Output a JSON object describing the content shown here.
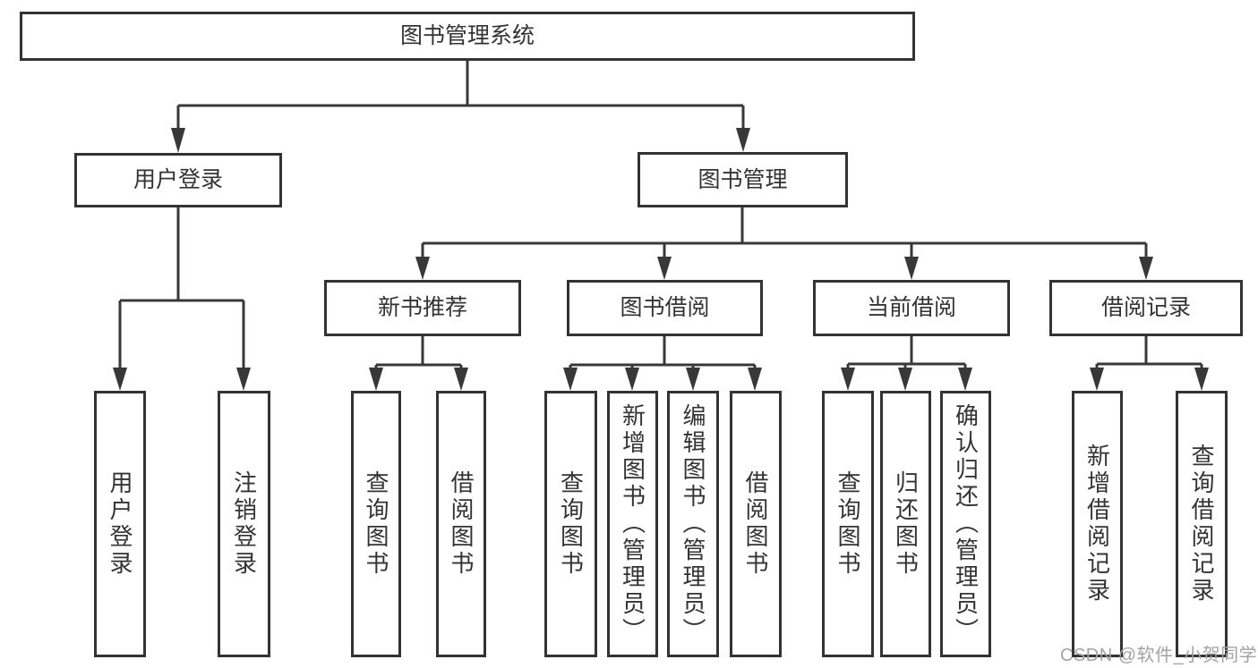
{
  "tree": {
    "label": "图书管理系统",
    "children": [
      {
        "label": "用户登录",
        "children": [
          {
            "label": "用户登录"
          },
          {
            "label": "注销登录"
          }
        ]
      },
      {
        "label": "图书管理",
        "children": [
          {
            "label": "新书推荐",
            "children": [
              {
                "label": "查询图书"
              },
              {
                "label": "借阅图书"
              }
            ]
          },
          {
            "label": "图书借阅",
            "children": [
              {
                "label": "查询图书"
              },
              {
                "label": "新增图书（管理员）"
              },
              {
                "label": "编辑图书（管理员）"
              },
              {
                "label": "借阅图书"
              }
            ]
          },
          {
            "label": "当前借阅",
            "children": [
              {
                "label": "查询图书"
              },
              {
                "label": "归还图书"
              },
              {
                "label": "确认归还（管理员）"
              }
            ]
          },
          {
            "label": "借阅记录",
            "children": [
              {
                "label": "新增借阅记录"
              },
              {
                "label": "查询借阅记录"
              }
            ]
          }
        ]
      }
    ]
  },
  "watermark": {
    "text": "CSDN @软件_小贺同学"
  },
  "colors": {
    "line": "#383838",
    "box_border": "#333333",
    "text": "#333333",
    "watermark": "#a3a3a3",
    "background": "#ffffff"
  }
}
